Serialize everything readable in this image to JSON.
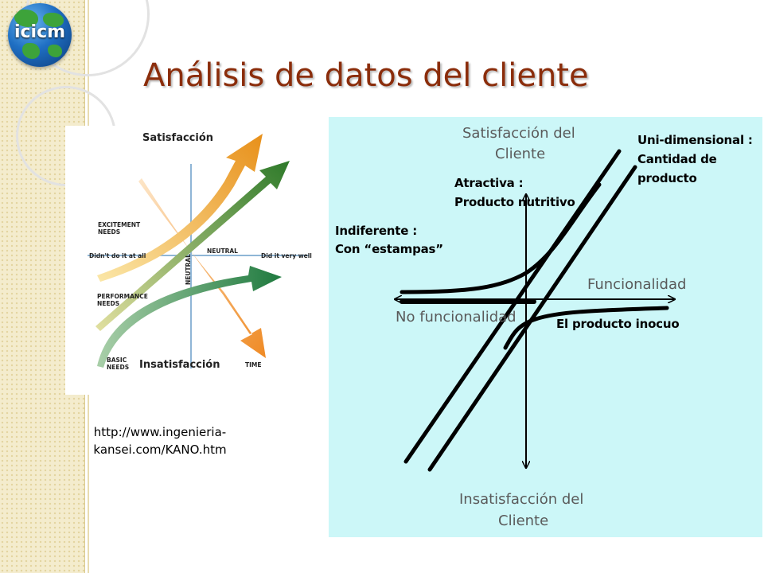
{
  "slide": {
    "title": "Análisis de datos del cliente",
    "logo_text": "icicm",
    "source_url_line1": "http://www.ingenieria-",
    "source_url_line2": "kansei.com/KANO.htm"
  },
  "kano_figure": {
    "satisfaction": "Satisfacción",
    "dissatisfaction": "Insatisfacción",
    "excitement": "EXCITEMENT NEEDS",
    "performance": "PERFORMANCE NEEDS",
    "basic": "BASIC NEEDS",
    "neutral_h": "NEUTRAL",
    "neutral_v": "NEUTRAL",
    "didnt_do": "Didn't do it at all",
    "did_well": "Did it very well",
    "time": "TIME",
    "colors": {
      "excitement": "#f0a020",
      "performance": "#3d8a2e",
      "basic": "#2f8a4e",
      "decline": "#f29a3a",
      "axis": "#8fb6d6"
    }
  },
  "kano_diagram": {
    "y_top_line1": "Satisfacción del",
    "y_top_line2": "Cliente",
    "y_bottom_line1": "Insatisfacción del",
    "y_bottom_line2": "Cliente",
    "x_right": "Funcionalidad",
    "x_left": "No funcionalidad",
    "attractive_line1": "Atractiva :",
    "attractive_line2": "Producto nutritivo",
    "indifferent_line1": "Indiferente :",
    "indifferent_line2": "Con “estampas”",
    "onedim_line1": "Uni-dimensional :",
    "onedim_line2": "Cantidad de",
    "onedim_line3": "producto",
    "harmless": "El producto inocuo",
    "background_color": "#ccf7f8"
  }
}
